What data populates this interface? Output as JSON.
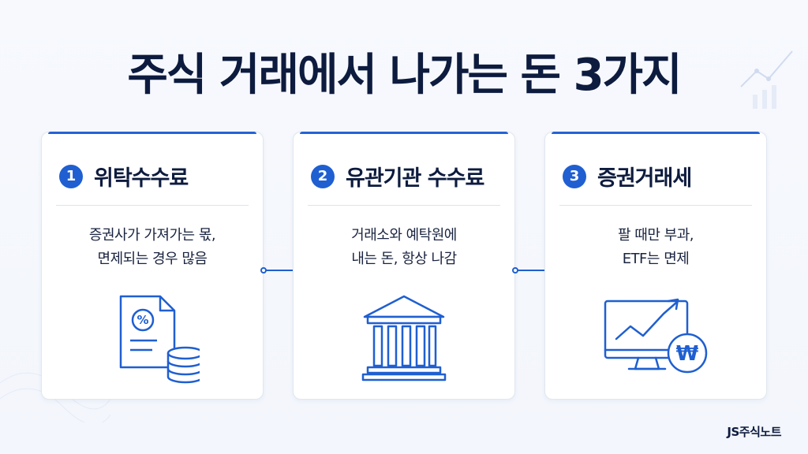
{
  "title": "주식 거래에서 나가는 돈 3가지",
  "cards": [
    {
      "number": "1",
      "title": "위탁수수료",
      "lines": [
        "증권사가 가져가는 몫,",
        "면제되는 경우 많음"
      ],
      "icon": "document-percent-coins-icon"
    },
    {
      "number": "2",
      "title": "유관기관 수수료",
      "lines": [
        "거래소와 예탁원에",
        "내는 돈, 항상 나감"
      ],
      "icon": "bank-building-icon"
    },
    {
      "number": "3",
      "title": "증권거래세",
      "lines": [
        "팔 때만 부과,",
        "ETF는 면제"
      ],
      "icon": "monitor-chart-won-icon"
    }
  ],
  "brand": "JS주식노트",
  "colors": {
    "accent": "#1f5fd1",
    "title": "#0d1b3e",
    "card_border": "#e1e6ef"
  }
}
